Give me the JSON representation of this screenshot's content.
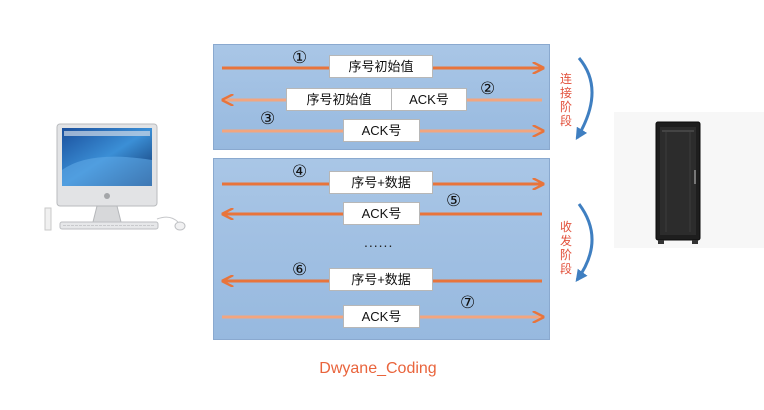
{
  "colors": {
    "arrow_orange": "#e8743b",
    "phase_red": "#e2513c",
    "curve_blue": "#3f7fc1",
    "panel_blue": "#a9c6e6"
  },
  "connect": {
    "step1": {
      "num": "①",
      "label": "序号初始值"
    },
    "step2": {
      "num": "②",
      "label_a": "序号初始值",
      "label_b": "ACK号"
    },
    "step3": {
      "num": "③",
      "label": "ACK号"
    },
    "phase": "连接阶段"
  },
  "transfer": {
    "step4": {
      "num": "④",
      "label": "序号+数据"
    },
    "step5": {
      "num": "⑤",
      "label": "ACK号"
    },
    "ellipsis": "......",
    "step6": {
      "num": "⑥",
      "label": "序号+数据"
    },
    "step7": {
      "num": "⑦",
      "label": "ACK号"
    },
    "phase": "收发阶段"
  },
  "icons": {
    "client": "desktop-computer-icon",
    "server": "server-rack-icon"
  },
  "watermark": "Dwyane_Coding"
}
